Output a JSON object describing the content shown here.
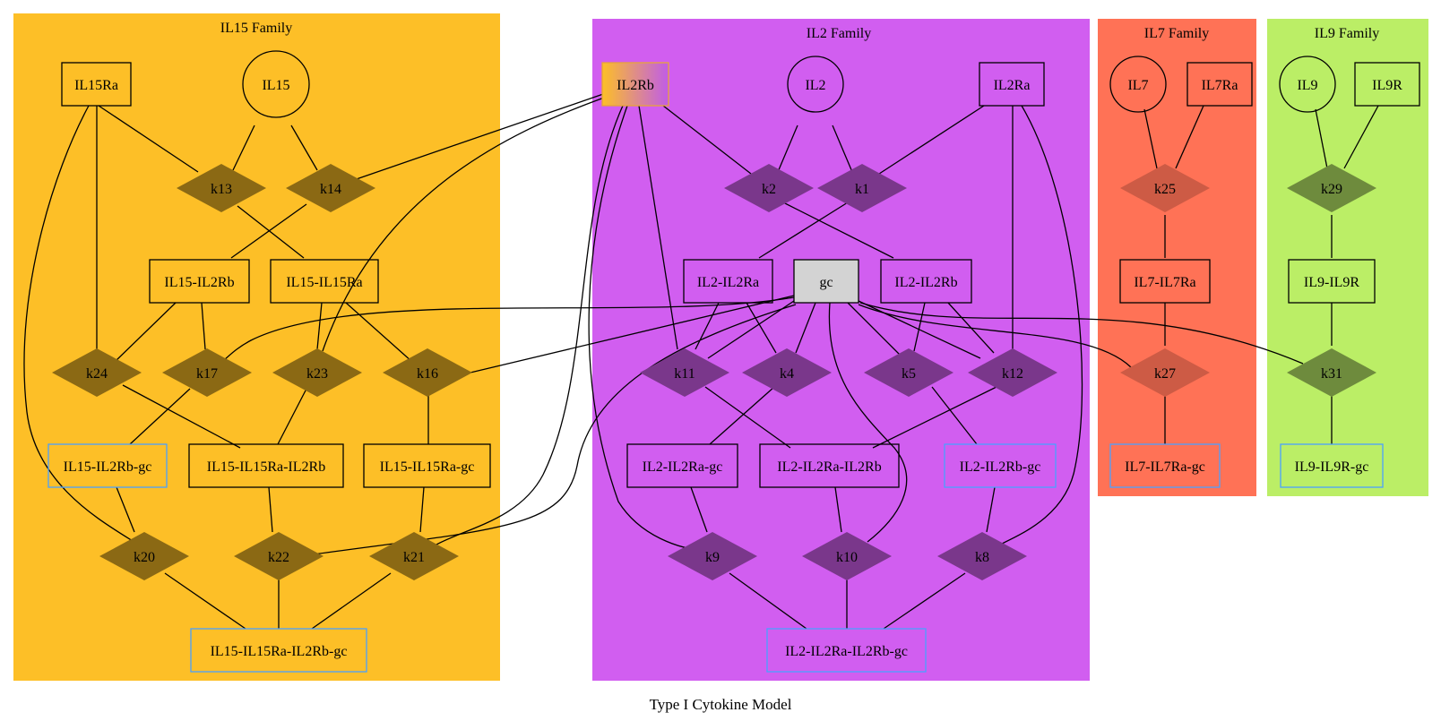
{
  "caption": "Type I Cytokine Model",
  "colors": {
    "il15_cluster": "#fdbf27",
    "il2_cluster": "#d15ef0",
    "il7_cluster": "#ff7256",
    "il9_cluster": "#bbee66",
    "il15_reaction": "#8b6914",
    "il2_reaction": "#7a378b",
    "il7_reaction": "#cd5b45",
    "il9_reaction": "#6e8b3d",
    "gc_fill": "#d3d3d3",
    "final_complex_border": "#4aa0ff"
  },
  "clusters": {
    "il15": {
      "title": "IL15 Family"
    },
    "il2": {
      "title": "IL2 Family"
    },
    "il7": {
      "title": "IL7 Family"
    },
    "il9": {
      "title": "IL9 Family"
    }
  },
  "nodes": {
    "IL15Ra": "IL15Ra",
    "IL15": "IL15",
    "k13": "k13",
    "k14": "k14",
    "IL15_IL2Rb": "IL15-IL2Rb",
    "IL15_IL15Ra": "IL15-IL15Ra",
    "k24": "k24",
    "k17": "k17",
    "k23": "k23",
    "k16": "k16",
    "IL15_IL2Rb_gc": "IL15-IL2Rb-gc",
    "IL15_IL15Ra_IL2Rb": "IL15-IL15Ra-IL2Rb",
    "IL15_IL15Ra_gc": "IL15-IL15Ra-gc",
    "k20": "k20",
    "k22": "k22",
    "k21": "k21",
    "IL15_IL15Ra_IL2Rb_gc": "IL15-IL15Ra-IL2Rb-gc",
    "IL2Rb": "IL2Rb",
    "IL2": "IL2",
    "IL2Ra": "IL2Ra",
    "k2": "k2",
    "k1": "k1",
    "IL2_IL2Ra": "IL2-IL2Ra",
    "gc": "gc",
    "IL2_IL2Rb": "IL2-IL2Rb",
    "k11": "k11",
    "k4": "k4",
    "k5": "k5",
    "k12": "k12",
    "IL2_IL2Ra_gc": "IL2-IL2Ra-gc",
    "IL2_IL2Ra_IL2Rb": "IL2-IL2Ra-IL2Rb",
    "IL2_IL2Rb_gc": "IL2-IL2Rb-gc",
    "k9": "k9",
    "k10": "k10",
    "k8": "k8",
    "IL2_IL2Ra_IL2Rb_gc": "IL2-IL2Ra-IL2Rb-gc",
    "IL7": "IL7",
    "IL7Ra": "IL7Ra",
    "k25": "k25",
    "IL7_IL7Ra": "IL7-IL7Ra",
    "k27": "k27",
    "IL7_IL7Ra_gc": "IL7-IL7Ra-gc",
    "IL9": "IL9",
    "IL9R": "IL9R",
    "k29": "k29",
    "IL9_IL9R": "IL9-IL9R",
    "k31": "k31",
    "IL9_IL9R_gc": "IL9-IL9R-gc"
  }
}
